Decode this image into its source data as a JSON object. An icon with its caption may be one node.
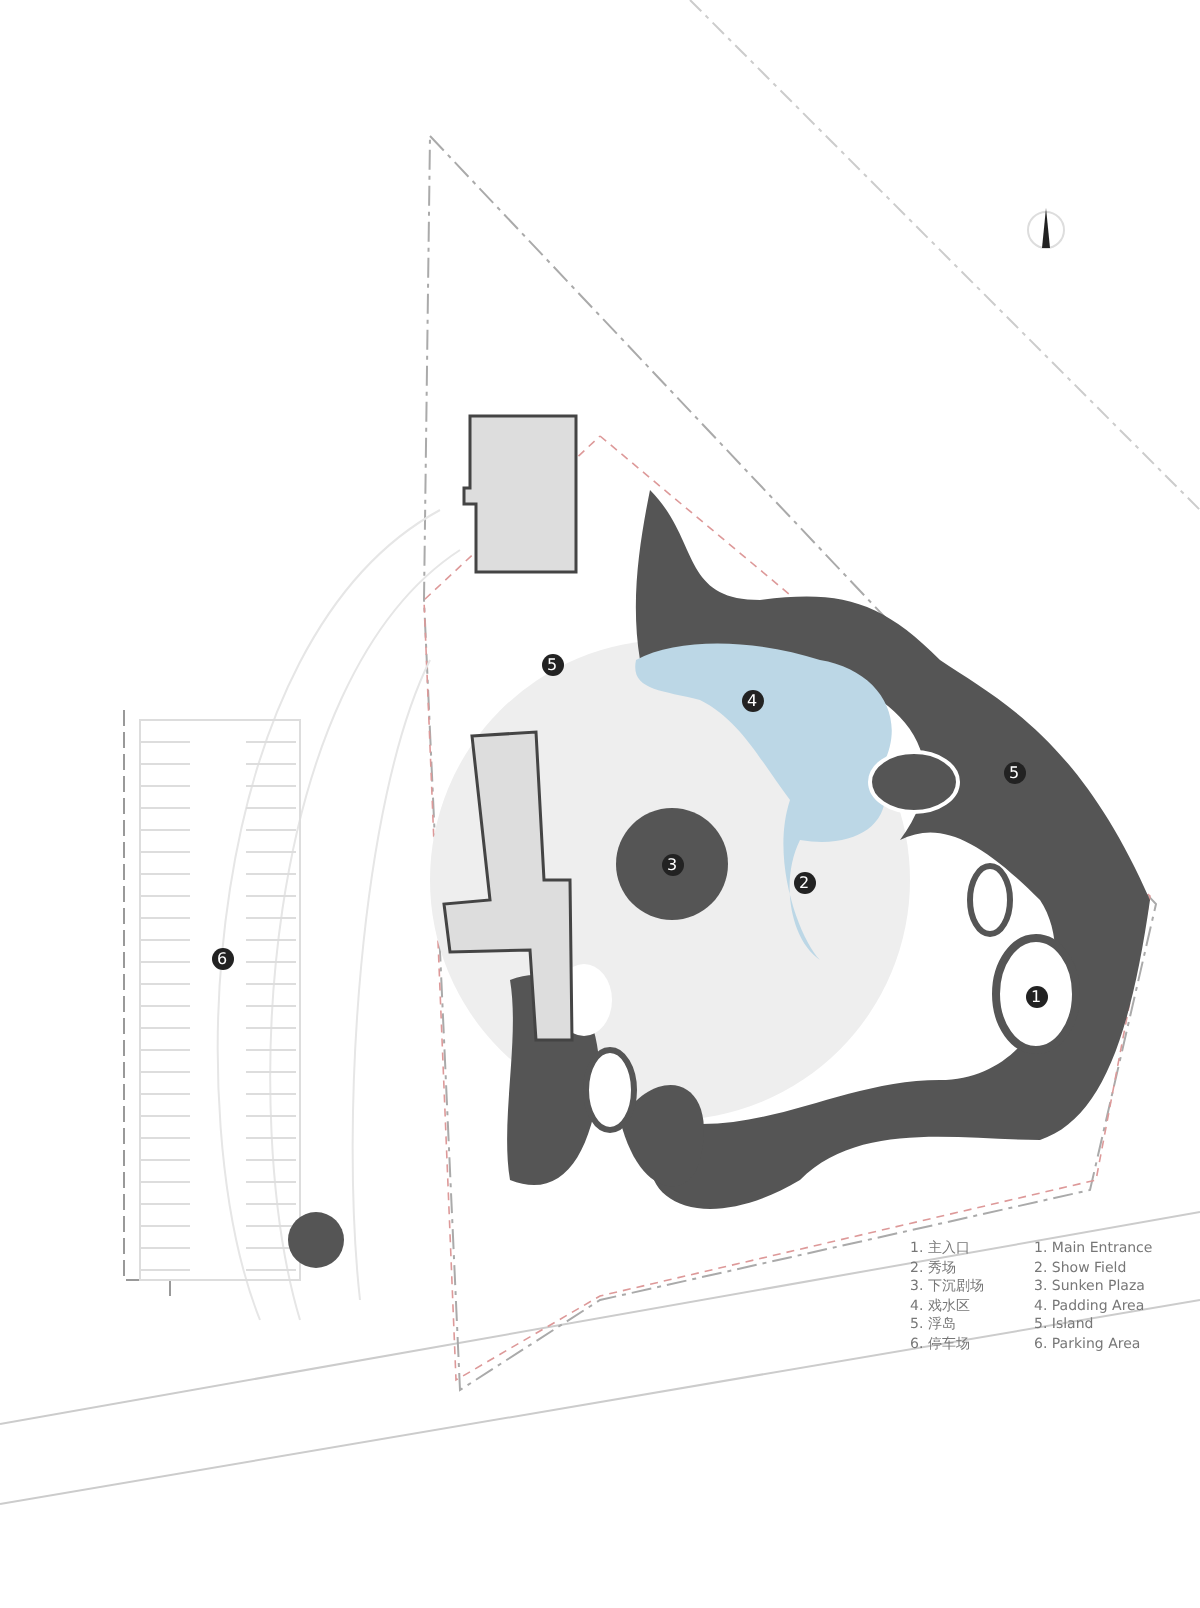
{
  "diagram": {
    "labels": [
      "5",
      "4",
      "5",
      "3",
      "2",
      "6",
      "1",
      "1. 主入口",
      "1. Main Entrance",
      "2. 秀场",
      "2. Show Field",
      "3. 下沉剧场",
      "3. Sunken Plaza",
      "4. 戏水区",
      "4. Padding Area",
      "5. 浮岛",
      "5. Island",
      "6. 停车场",
      "6. Parking Area"
    ]
  }
}
